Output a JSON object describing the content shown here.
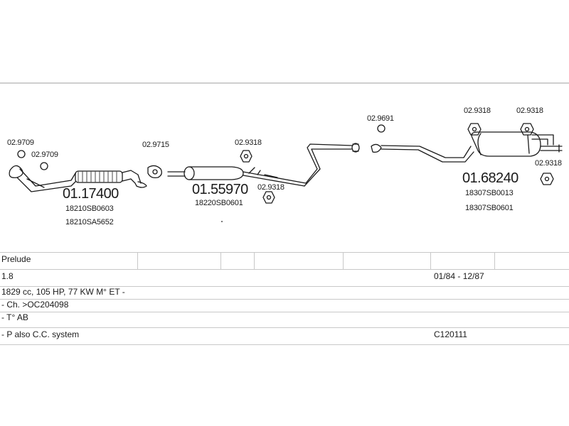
{
  "parts": {
    "clamp_1": "02.9709",
    "clamp_2": "02.9709",
    "front_pipe_number": "01.17400",
    "front_pipe_oem_1": "18210SB0603",
    "front_pipe_oem_2": "18210SA5652",
    "gasket_1": "02.9715",
    "mount_1": "02.9318",
    "mount_2": "02.9318",
    "middle_silencer_number": "01.55970",
    "middle_silencer_oem": "18220SB0601",
    "gasket_2": "02.9691",
    "mount_3": "02.9318",
    "mount_4": "02.9318",
    "mount_5": "02.9318",
    "rear_silencer_number": "01.68240",
    "rear_silencer_oem_1": "18307SB0013",
    "rear_silencer_oem_2": "18307SB0601"
  },
  "vehicle": {
    "model": "Prelude",
    "engine": "1.8",
    "period": "01/84 - 12/87",
    "spec": "1829 cc, 105 HP, 77 KW M° ET -",
    "chassis": "- Ch. >OC204098",
    "type": "- T° AB",
    "note": "- P also C.C. system",
    "catalog_code": "C120111"
  }
}
